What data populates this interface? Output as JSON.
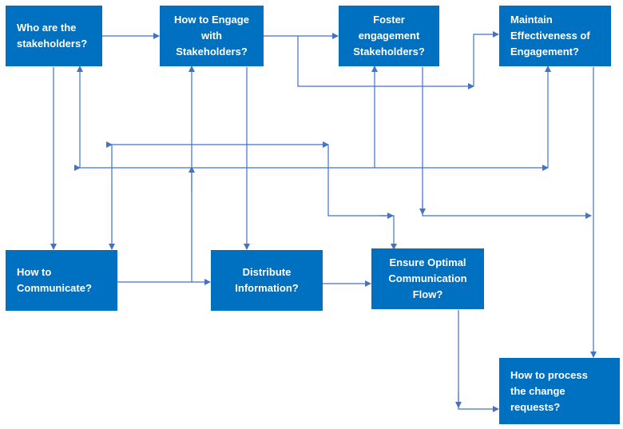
{
  "nodes": {
    "who": "Who are the\nstakeholders?",
    "engage": "How to Engage\nwith\nStakeholders?",
    "foster": "Foster\nengagement\nStakeholders?",
    "maintain": "Maintain\nEffectiveness of\nEngagement?",
    "communicate": "How to\nCommunicate?",
    "distribute": "Distribute\nInformation?",
    "ensure": "Ensure Optimal\nCommunication\nFlow?",
    "process": "How to process\nthe change\nrequests?"
  },
  "colors": {
    "box_fill": "#0070C0",
    "box_text": "#FFFFFF",
    "connector": "#4472C4"
  }
}
